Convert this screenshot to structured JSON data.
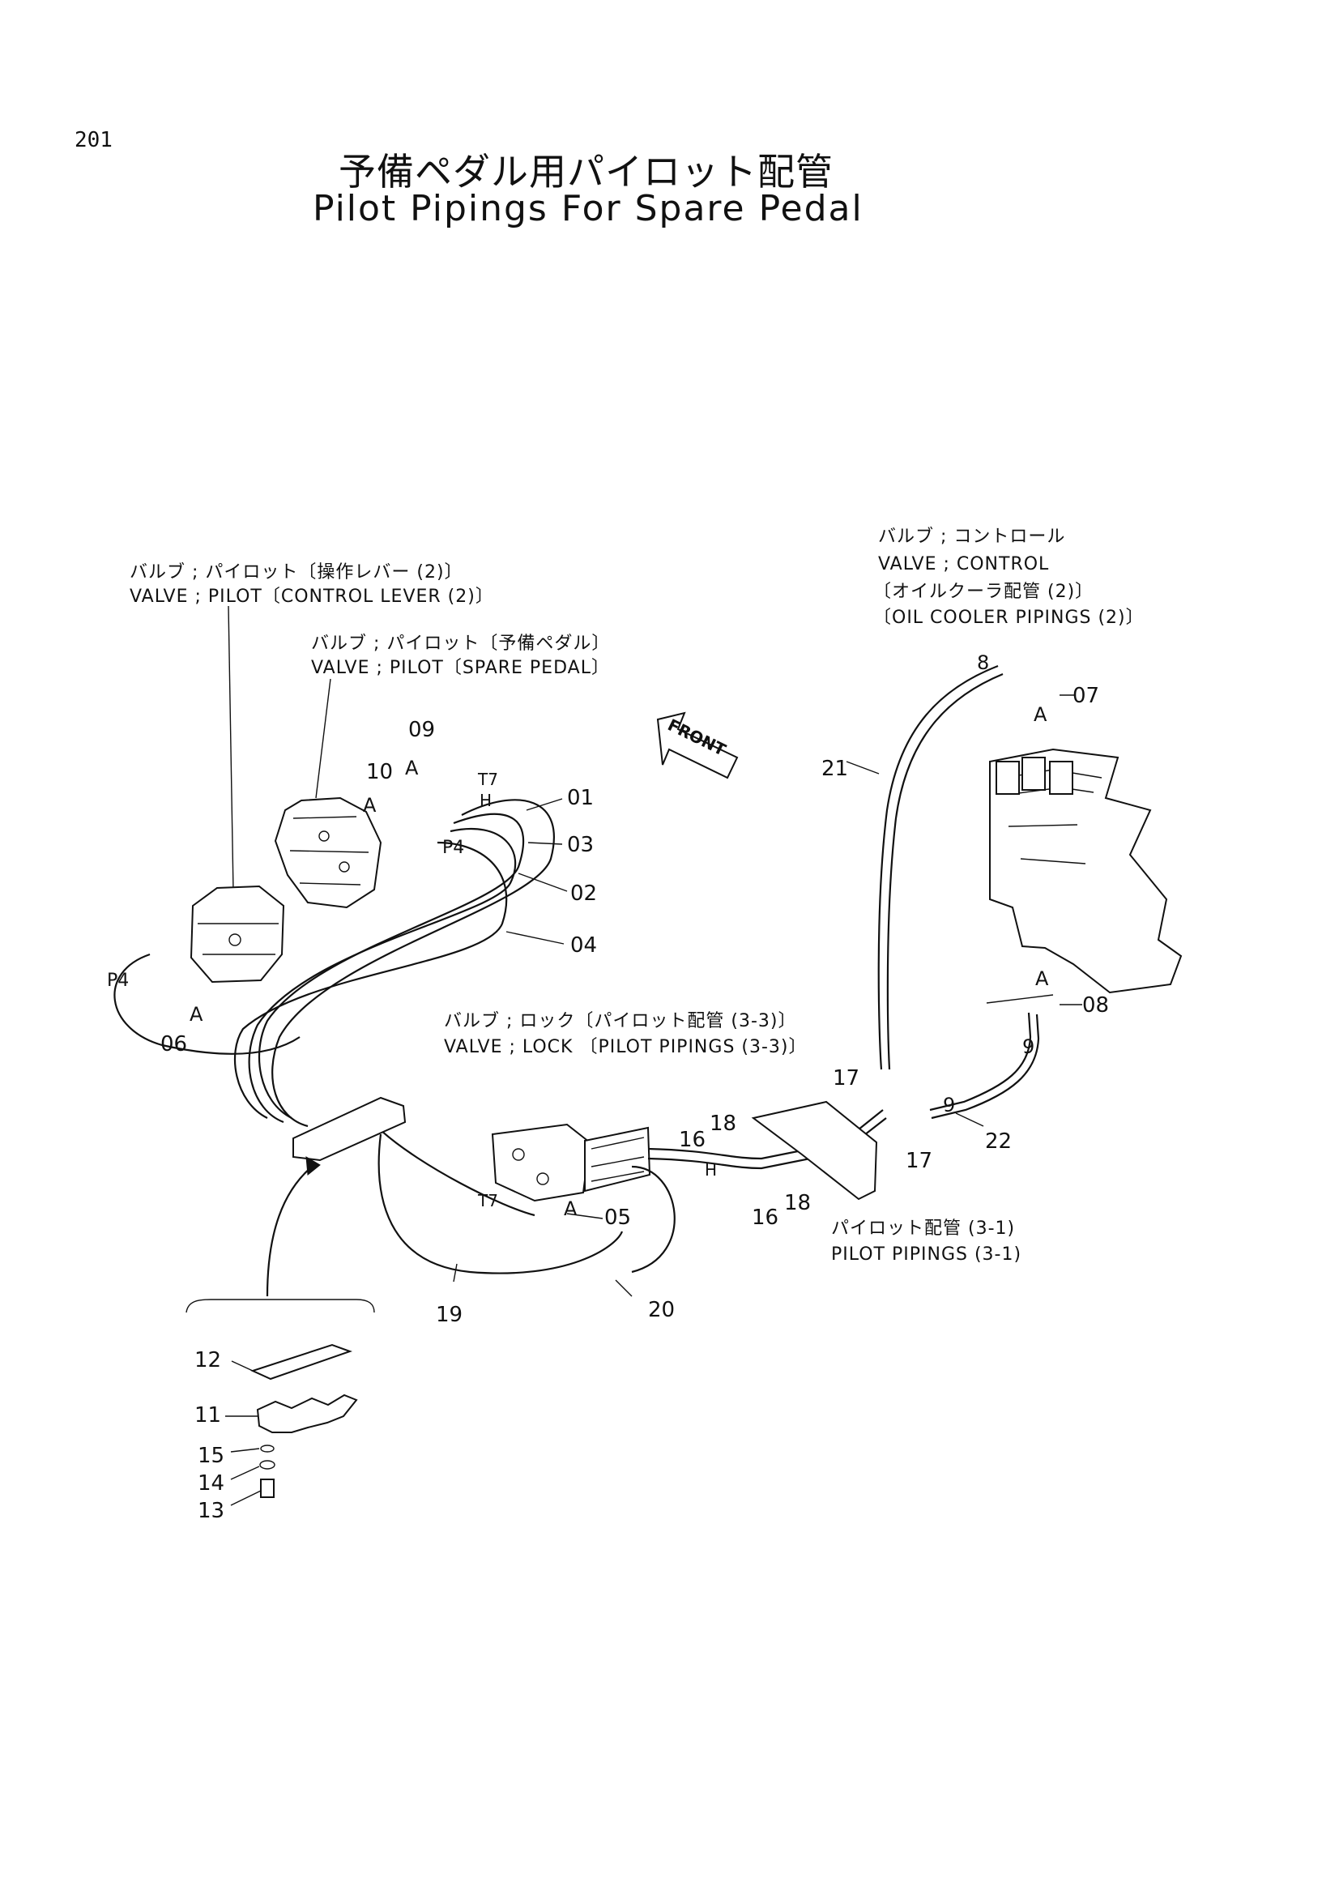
{
  "page": {
    "number": "201",
    "title_jp": "予備ペダル用パイロット配管",
    "title_en": "Pilot Pipings For Spare Pedal"
  },
  "labels": {
    "pilot_valve_lever_jp": "バルブ ; パイロット〔操作レバー (2)〕",
    "pilot_valve_lever_en": "VALVE ; PILOT〔CONTROL LEVER (2)〕",
    "pilot_valve_pedal_jp": "バルブ ; パイロット〔予備ペダル〕",
    "pilot_valve_pedal_en": "VALVE ; PILOT〔SPARE PEDAL〕",
    "control_valve_jp": "バルブ ; コントロール",
    "control_valve_en": "VALVE ; CONTROL",
    "oil_cooler_jp": "〔オイルクーラ配管 (2)〕",
    "oil_cooler_en": "〔OIL COOLER PIPINGS (2)〕",
    "lock_valve_jp": "バルブ ; ロック〔パイロット配管 (3-3)〕",
    "lock_valve_en": "VALVE ; LOCK 〔PILOT PIPINGS (3-3)〕",
    "pilot_pipings_jp": "パイロット配管 (3-1)",
    "pilot_pipings_en": "PILOT PIPINGS (3-1)",
    "front": "FRONT"
  },
  "callouts": {
    "c01": "01",
    "c02": "02",
    "c03": "03",
    "c04": "04",
    "c05": "05",
    "c06": "06",
    "c07": "07",
    "c08": "08",
    "c09": "09",
    "c10": "10",
    "c11": "11",
    "c12": "12",
    "c13": "13",
    "c14": "14",
    "c15": "15",
    "c16a": "16",
    "c16b": "16",
    "c17a": "17",
    "c17b": "17",
    "c18a": "18",
    "c18b": "18",
    "c19": "19",
    "c20": "20",
    "c21": "21",
    "c22": "22",
    "port_p4a": "P4",
    "port_p4b": "P4",
    "port_t7a": "T7",
    "port_t7b": "T7",
    "port_h1": "H",
    "port_h2": "H",
    "num_8": "8",
    "num_9a": "9",
    "num_9b": "9",
    "view_a1": "A",
    "view_a2": "A",
    "view_a3": "A",
    "view_a4": "A",
    "view_a5": "A",
    "view_a6": "A"
  }
}
